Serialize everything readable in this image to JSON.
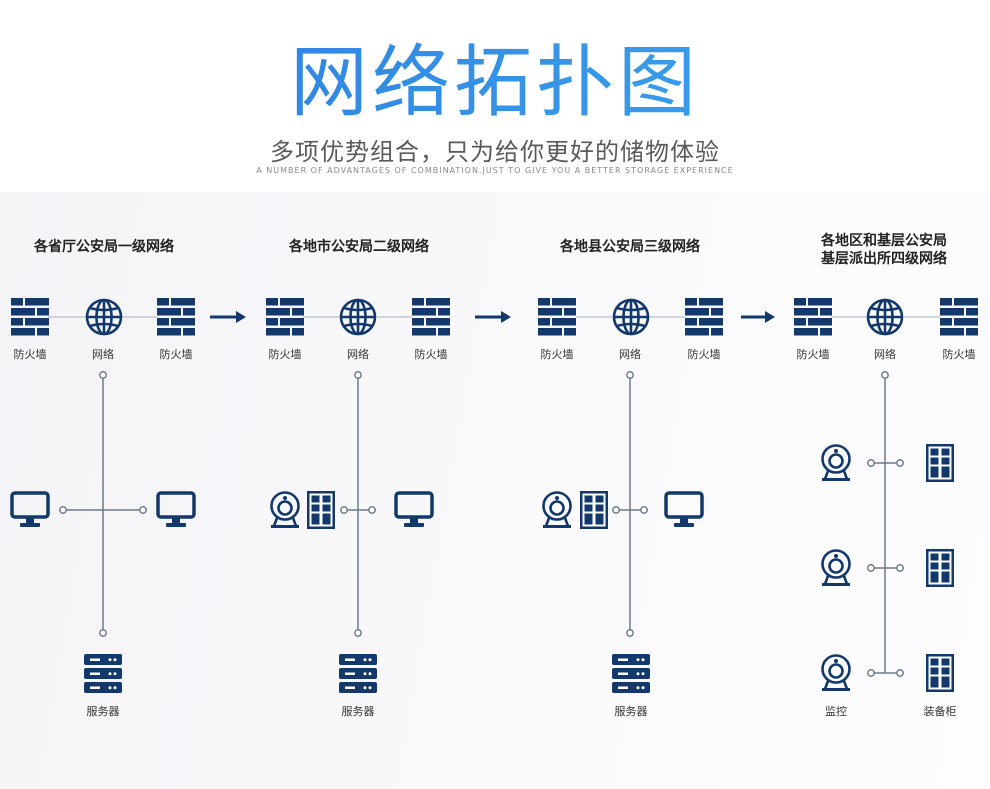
{
  "header": {
    "title": "网络拓扑图",
    "subtitle": "多项优势组合，只为给你更好的储物体验",
    "tagline": "A NUMBER OF ADVANTAGES OF COMBINATION.JUST TO GIVE YOU A BETTER STORAGE EXPERIENCE"
  },
  "colors": {
    "title_gradient_start": "#2c78dc",
    "title_gradient_end": "#3ba6f0",
    "icon": "#13386b",
    "line": "#7a8797"
  },
  "groups": [
    {
      "heading": "各省厅公安局一级网络",
      "top_row": [
        "防火墙",
        "网络",
        "防火墙"
      ],
      "left_devices": [
        "monitor-icon"
      ],
      "right_devices": [
        "monitor-icon"
      ],
      "bottom_device": {
        "icon": "server-icon",
        "label": "服务器"
      }
    },
    {
      "heading": "各地市公安局二级网络",
      "top_row": [
        "防火墙",
        "网络",
        "防火墙"
      ],
      "left_devices": [
        "webcam-icon",
        "cabinet-icon"
      ],
      "right_devices": [
        "monitor-icon"
      ],
      "bottom_device": {
        "icon": "server-icon",
        "label": "服务器"
      }
    },
    {
      "heading": "各地县公安局三级网络",
      "top_row": [
        "防火墙",
        "网络",
        "防火墙"
      ],
      "left_devices": [
        "webcam-icon",
        "cabinet-icon"
      ],
      "right_devices": [
        "monitor-icon"
      ],
      "bottom_device": {
        "icon": "server-icon",
        "label": "服务器"
      }
    },
    {
      "heading_line1": "各地区和基层公安局",
      "heading_line2": "基层派出所四级网络",
      "top_row": [
        "防火墙",
        "网络",
        "防火墙"
      ],
      "rows": 3,
      "left_device": "webcam-icon",
      "right_device": "cabinet-icon",
      "left_label": "监控",
      "right_label": "装备柜"
    }
  ]
}
